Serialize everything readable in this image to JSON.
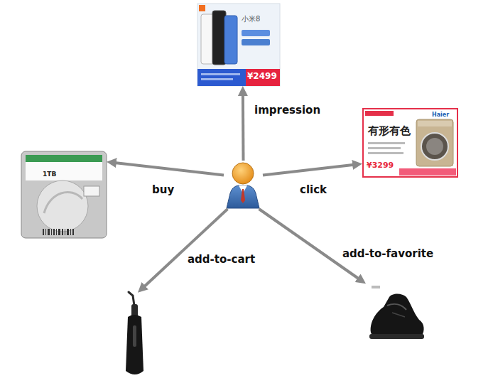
{
  "diagram": {
    "nodes": [
      {
        "text": [
          "小米8",
          "¥2499"
        ]
      },
      {
        "text": [
          "1TB"
        ]
      },
      {
        "text": []
      },
      {
        "text": [
          "Haier",
          "有形有色",
          "¥3299"
        ]
      },
      {
        "text": []
      },
      {
        "text": []
      }
    ],
    "edges": [
      {
        "from": 2,
        "to": 0,
        "arrow": "to",
        "label": "impression"
      },
      {
        "from": 2,
        "to": 3,
        "arrow": "to",
        "label": "click"
      },
      {
        "from": 2,
        "to": 1,
        "arrow": "to",
        "label": "buy"
      },
      {
        "from": 2,
        "to": 4,
        "arrow": "to",
        "label": "add-to-cart"
      },
      {
        "from": 2,
        "to": 5,
        "arrow": "to",
        "label": "add-to-favorite"
      }
    ]
  }
}
